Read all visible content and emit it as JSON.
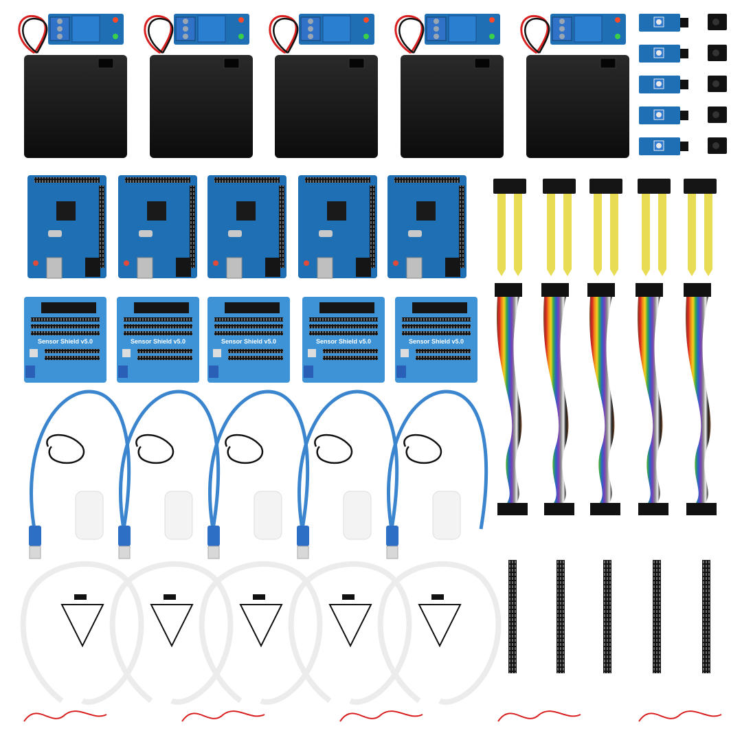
{
  "photo": {
    "background": "#ffffff",
    "colors": {
      "board_blue": "#1f6fb5",
      "board_blue_light": "#3e93d6",
      "header_black": "#151515",
      "battery_black": "#151515",
      "relay_blue": "#2b7fd0",
      "cable_blue": "#3b85cf",
      "probe_yellow": "#e8dc55",
      "wire_red": "#d92020",
      "tube_white": "#ececec",
      "pump_white": "#f3f3f3"
    },
    "components": {
      "relay_battery_units": {
        "count": 5,
        "icon": "relay-battery-icon"
      },
      "sensor_modules": {
        "count": 5,
        "icon": "sensor-module-icon"
      },
      "dc_jacks": {
        "count": 5,
        "icon": "dc-jack-icon"
      },
      "uno_boards": {
        "count": 5,
        "icon": "microcontroller-board-icon"
      },
      "soil_probes": {
        "count": 5,
        "icon": "soil-probe-icon"
      },
      "sensor_shields": {
        "count": 5,
        "icon": "sensor-shield-icon",
        "label": "Sensor Shield v5.0"
      },
      "jumper_ribbons": {
        "count": 5,
        "icon": "jumper-ribbon-icon"
      },
      "usb_pump_sets": {
        "count": 5,
        "icon": "usb-cable-icon"
      },
      "tubes": {
        "count": 5,
        "icon": "tube-icon"
      },
      "pin_headers": {
        "count": 5,
        "icon": "pin-header-icon"
      },
      "red_wires": {
        "count": 5,
        "icon": "wire-icon"
      }
    }
  }
}
